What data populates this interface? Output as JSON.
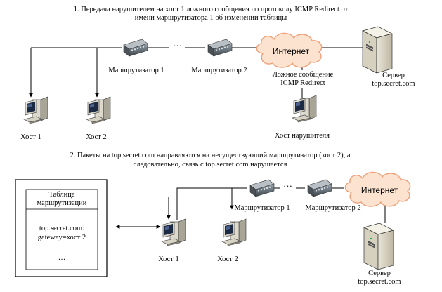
{
  "captions": {
    "top_line1": "1. Передача нарушителем на хост 1 ложного сообщения по протоколу ICMP Redirect от",
    "top_line2": "имени маршрутизатора 1 об изменении таблицы",
    "bottom_line1": "2. Пакеты на top.secret.com направляются на несуществующий маршрутизатор (хост 2), а",
    "bottom_line2": "следовательно, связь с top.secret.com нарушается"
  },
  "top": {
    "router1": "Маршрутизатор 1",
    "router2": "Маршрутизатор 2",
    "ellipsis": "…",
    "internet": "Интернет",
    "fake_msg_line1": "Ложное сообщение",
    "fake_msg_line2": "ICMP Redirect",
    "server_line1": "Сервер",
    "server_line2": "top.secret.com",
    "host1": "Хост 1",
    "host2": "Хост 2",
    "attacker": "Хост нарушителя"
  },
  "bottom": {
    "table_title_line1": "Таблица",
    "table_title_line2": "маршрутизации",
    "table_entry_line1": "top.secret.com:",
    "table_entry_line2": "gateway=хост 2",
    "table_ellipsis": "…",
    "router1": "Маршрутизатор 1",
    "router2": "Маршрутизатор 2",
    "ellipsis": "…",
    "internet": "Интернет",
    "host1": "Хост 1",
    "host2": "Хост 2",
    "server_line1": "Сервер",
    "server_line2": "top.secret.com"
  },
  "colors": {
    "cloud_fill": "#fbe3cf",
    "cloud_stroke": "#f0a07a"
  }
}
